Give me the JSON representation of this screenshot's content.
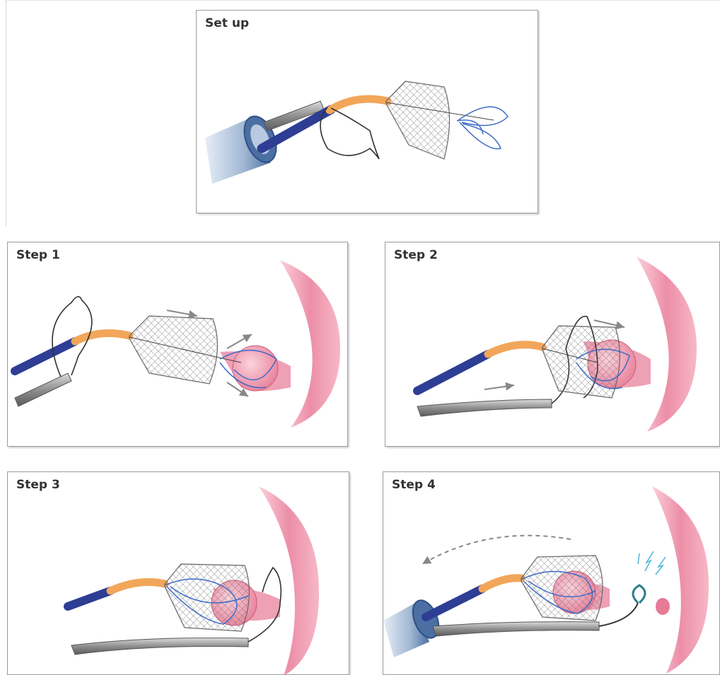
{
  "panels": {
    "setup": {
      "title": "Set up"
    },
    "step1": {
      "title": "Step 1"
    },
    "step2": {
      "title": "Step 2"
    },
    "step3": {
      "title": "Step 3"
    },
    "step4": {
      "title": "Step 4"
    }
  },
  "colors": {
    "catheter_blue": "#2d3e94",
    "sheath_orange": "#f2a65a",
    "basket_grey": "#7a7a7a",
    "snare_blue": "#3d6bc7",
    "tissue_pink": "#e97e98",
    "polyp_pink": "#f0a3b6",
    "arrow_grey": "#888888",
    "spark_cyan": "#4fb6d8"
  }
}
